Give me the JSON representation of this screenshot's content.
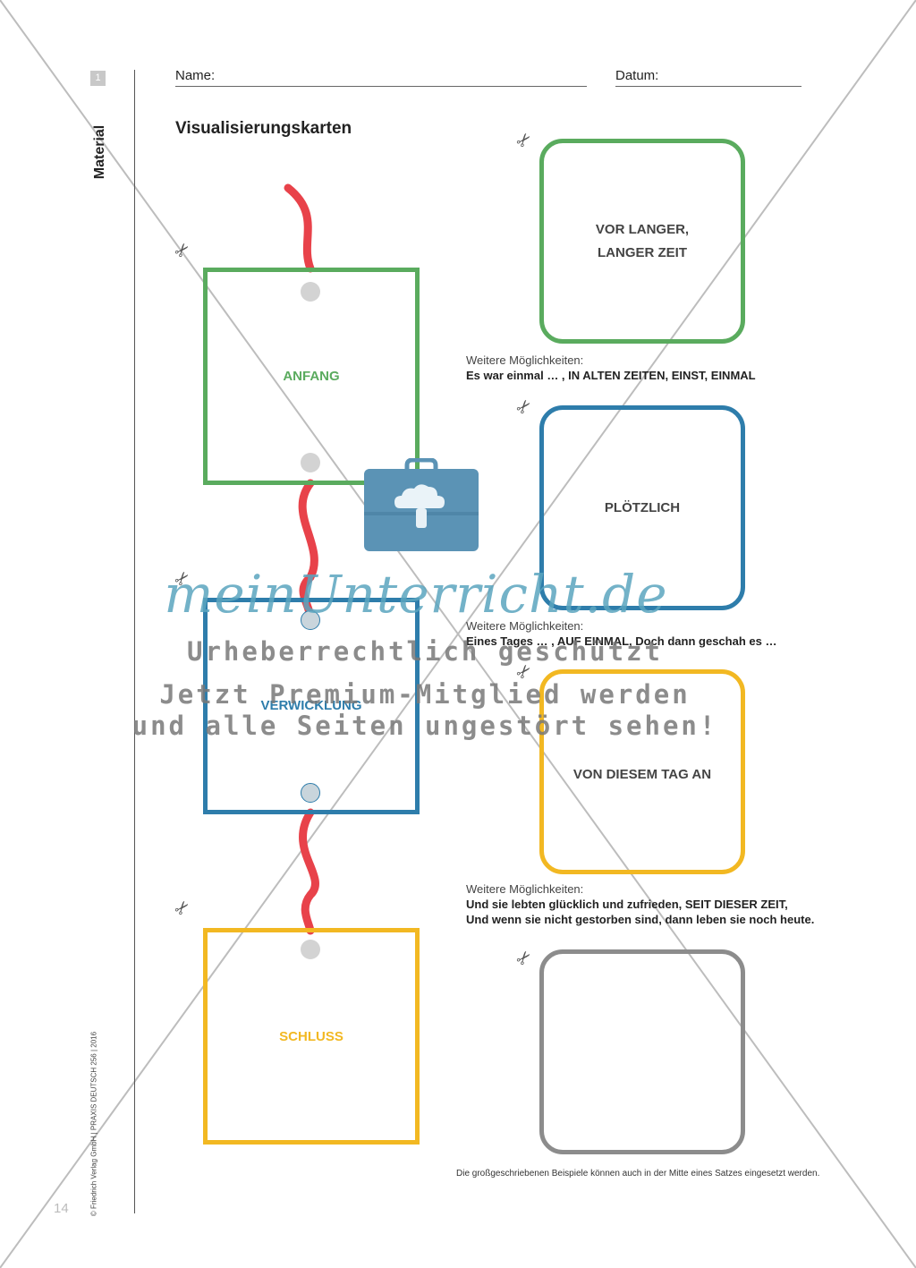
{
  "header": {
    "name_label": "Name:",
    "date_label": "Datum:",
    "page_badge": "1",
    "section_label": "Material",
    "title": "Visualisierungskarten"
  },
  "left_cards": [
    {
      "label": "ANFANG",
      "color": "#5aab5e"
    },
    {
      "label": "VERWICKLUNG",
      "color": "#2e7dab"
    },
    {
      "label": "SCHLUSS",
      "color": "#f2b822"
    }
  ],
  "right_cards": [
    {
      "line1": "VOR LANGER,",
      "line2": "LANGER ZEIT",
      "color": "#5aab5e"
    },
    {
      "line1": "PLÖTZLICH",
      "line2": "",
      "color": "#2e7dab"
    },
    {
      "line1": "VON DIESEM TAG AN",
      "line2": "",
      "color": "#f2b822"
    },
    {
      "line1": "",
      "line2": "",
      "color": "#8c8c8c"
    }
  ],
  "notes": [
    {
      "heading": "Weitere Möglichkeiten:",
      "lines": [
        "Es war einmal … , IN ALTEN ZEITEN, EINST, EINMAL"
      ]
    },
    {
      "heading": "Weitere Möglichkeiten:",
      "lines": [
        "Eines Tages … , AUF EINMAL, Doch dann geschah es …"
      ]
    },
    {
      "heading": "Weitere Möglichkeiten:",
      "lines": [
        "Und sie lebten glücklich und zufrieden, SEIT DIESER ZEIT,",
        "Und wenn sie nicht gestorben sind, dann leben sie noch heute."
      ]
    }
  ],
  "footer_note": "Die großgeschriebenen Beispiele können auch in der Mitte eines Satzes eingesetzt werden.",
  "copyright": "© Friedrich Verlag GmbH | PRAXIS DEUTSCH 256 | 2016",
  "page_number": "14",
  "watermark": {
    "brand": "meinUnterricht.de",
    "line1": "Urheberrechtlich geschützt",
    "line2": "Jetzt Premium-Mitglied werden",
    "line3": "und alle Seiten ungestört sehen!"
  },
  "icons": {
    "scissors": "scissors-icon",
    "briefcase": "cloud-briefcase-icon"
  },
  "colors": {
    "thread": "#e8424a",
    "briefcase": "#5b93b5"
  }
}
